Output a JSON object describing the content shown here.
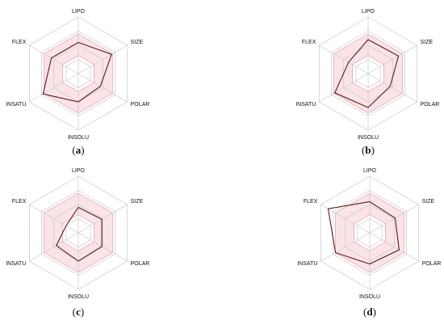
{
  "colors": {
    "grid": "#c8c8c8",
    "band_fill": "#f6cdd6",
    "band_stroke": "#e79aab",
    "data_stroke": "#5b1a1a"
  },
  "chart_data": [
    {
      "type": "radar",
      "panel": "a",
      "axes": [
        "LIPO",
        "SIZE",
        "POLAR",
        "INSOLU",
        "INSATU",
        "FLEX"
      ],
      "scale": [
        0,
        1
      ],
      "rings": 4,
      "optimal_range": {
        "inner": [
          0.32,
          0.32,
          0.32,
          0.32,
          0.32,
          0.32
        ],
        "outer": [
          0.7,
          0.7,
          0.7,
          0.7,
          0.7,
          0.7
        ]
      },
      "series": [
        {
          "values": [
            0.55,
            0.68,
            0.45,
            0.5,
            0.72,
            0.55
          ]
        }
      ]
    },
    {
      "type": "radar",
      "panel": "b",
      "axes": [
        "LIPO",
        "SIZE",
        "POLAR",
        "INSOLU",
        "INSATU",
        "FLEX"
      ],
      "scale": [
        0,
        1
      ],
      "rings": 4,
      "optimal_range": {
        "inner": [
          0.32,
          0.32,
          0.32,
          0.32,
          0.32,
          0.32
        ],
        "outer": [
          0.7,
          0.7,
          0.7,
          0.7,
          0.7,
          0.7
        ]
      },
      "series": [
        {
          "values": [
            0.6,
            0.62,
            0.45,
            0.6,
            0.68,
            0.4
          ]
        }
      ]
    },
    {
      "type": "radar",
      "panel": "c",
      "axes": [
        "LIPO",
        "SIZE",
        "POLAR",
        "INSOLU",
        "INSATU",
        "FLEX"
      ],
      "scale": [
        0,
        1
      ],
      "rings": 4,
      "optimal_range": {
        "inner": [
          0.32,
          0.32,
          0.32,
          0.32,
          0.32,
          0.32
        ],
        "outer": [
          0.7,
          0.7,
          0.7,
          0.7,
          0.7,
          0.7
        ]
      },
      "series": [
        {
          "values": [
            0.45,
            0.48,
            0.48,
            0.5,
            0.45,
            0.25
          ]
        }
      ]
    },
    {
      "type": "radar",
      "panel": "d",
      "axes": [
        "LIPO",
        "SIZE",
        "POLAR",
        "INSOLU",
        "INSATU",
        "FLEX"
      ],
      "scale": [
        0,
        1
      ],
      "rings": 4,
      "optimal_range": {
        "inner": [
          0.32,
          0.32,
          0.32,
          0.32,
          0.32,
          0.32
        ],
        "outer": [
          0.7,
          0.7,
          0.7,
          0.7,
          0.7,
          0.7
        ]
      },
      "series": [
        {
          "values": [
            0.55,
            0.52,
            0.6,
            0.55,
            0.7,
            0.85
          ]
        }
      ]
    }
  ]
}
